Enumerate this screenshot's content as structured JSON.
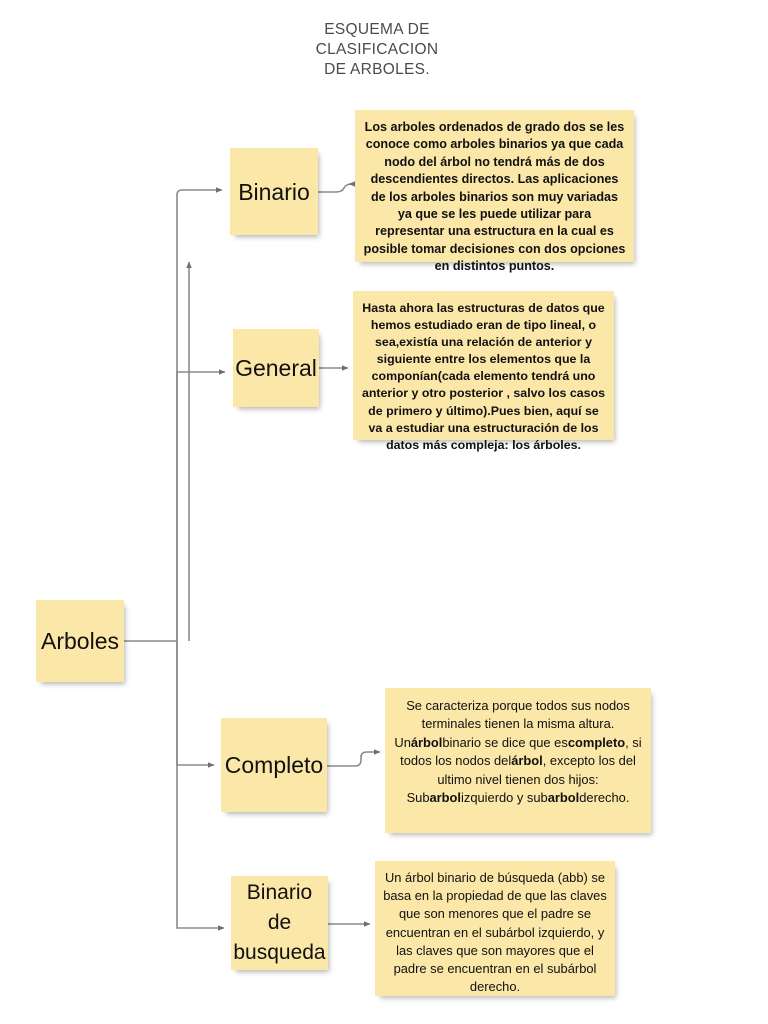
{
  "title": "ESQUEMA DE\nCLASIFICACION\nDE ARBOLES.",
  "colors": {
    "note_fill": "#fbe7a8",
    "text": "#111111",
    "title_text": "#4b4b4b",
    "connector": "#808080",
    "background": "#ffffff"
  },
  "root": {
    "label": "Arboles"
  },
  "nodes": [
    {
      "id": "binario",
      "label": "Binario"
    },
    {
      "id": "general",
      "label": "General"
    },
    {
      "id": "completo",
      "label": "Completo"
    },
    {
      "id": "busqueda",
      "label": "Binario\nde\nbusqueda"
    }
  ],
  "descriptions": {
    "binario": "Los arboles ordenados de grado dos se les conoce como arboles binarios ya que cada nodo del árbol no tendrá más de dos descendientes directos. Las aplicaciones de los arboles binarios son muy variadas ya que se les puede utilizar para representar una estructura en la cual es posible tomar decisiones con dos opciones en distintos puntos.",
    "general": "Hasta ahora las estructuras de datos que hemos estudiado eran de tipo lineal, o sea,existía una relación de anterior y siguiente entre los elementos que la componían(cada elemento tendrá uno anterior y otro posterior , salvo los casos de primero y último).Pues bien, aquí se va a estudiar una estructuración de los datos más compleja: los árboles.",
    "completo_parts": [
      {
        "text": "Se caracteriza porque todos sus nodos terminales tienen la misma altura. Un",
        "bold": false
      },
      {
        "text": "árbol",
        "bold": true
      },
      {
        "text": "binario se dice que es",
        "bold": false
      },
      {
        "text": "completo",
        "bold": true
      },
      {
        "text": ", si todos los nodos del",
        "bold": false
      },
      {
        "text": "árbol",
        "bold": true
      },
      {
        "text": ", excepto los del ultimo nivel tienen dos hijos: Sub",
        "bold": false
      },
      {
        "text": "arbol",
        "bold": true
      },
      {
        "text": "izquierdo y sub",
        "bold": false
      },
      {
        "text": "arbol",
        "bold": true
      },
      {
        "text": "derecho.",
        "bold": false
      }
    ],
    "busqueda": "Un árbol binario de búsqueda (abb) se basa en la propiedad de que las claves que son menores que el padre se encuentran en el subárbol izquierdo, y las claves que son mayores que el padre se encuentran en el subárbol derecho."
  }
}
